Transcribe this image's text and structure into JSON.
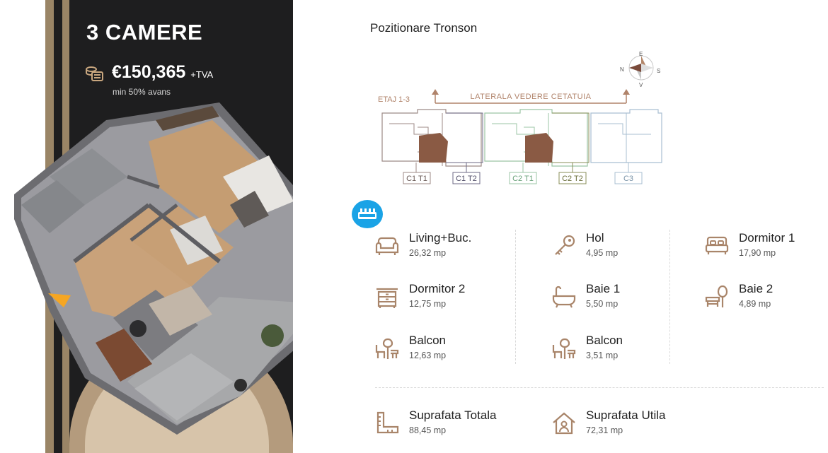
{
  "header": {
    "title": "3 CAMERE",
    "price": "€150,365",
    "tax": "+TVA",
    "deposit_note": "min 50% avans"
  },
  "positioning": {
    "title": "Pozitionare Tronson",
    "floor_label": "ETAJ 1-3",
    "side_label": "LATERALA VEDERE CETATUIA",
    "compass": {
      "n": "N",
      "e": "E",
      "s": "S",
      "v": "V"
    },
    "sections": [
      "C1 T1",
      "C1 T2",
      "C2 T1",
      "C2 T2",
      "C3"
    ]
  },
  "rooms": [
    {
      "name": "Living+Buc.",
      "area": "26,32 mp",
      "icon": "sofa-icon"
    },
    {
      "name": "Hol",
      "area": "4,95 mp",
      "icon": "key-icon"
    },
    {
      "name": "Dormitor 1",
      "area": "17,90 mp",
      "icon": "bed-icon"
    },
    {
      "name": "Dormitor 2",
      "area": "12,75 mp",
      "icon": "dresser-icon"
    },
    {
      "name": "Baie 1",
      "area": "5,50 mp",
      "icon": "bathtub-icon"
    },
    {
      "name": "Baie 2",
      "area": "4,89 mp",
      "icon": "tree-bench-icon"
    },
    {
      "name": "Balcon",
      "area": "12,63 mp",
      "icon": "chair-icon"
    },
    {
      "name": "Balcon",
      "area": "3,51 mp",
      "icon": "chair-icon"
    }
  ],
  "totals": [
    {
      "name": "Suprafata Totala",
      "area": "88,45 mp",
      "icon": "ruler-icon"
    },
    {
      "name": "Suprafata Utila",
      "area": "72,31 mp",
      "icon": "house-user-icon"
    }
  ],
  "colors": {
    "accent": "#a9856a",
    "dark_panel": "#1e1e1f",
    "gold": "#9a8566",
    "badge": "#1aa3e6"
  }
}
